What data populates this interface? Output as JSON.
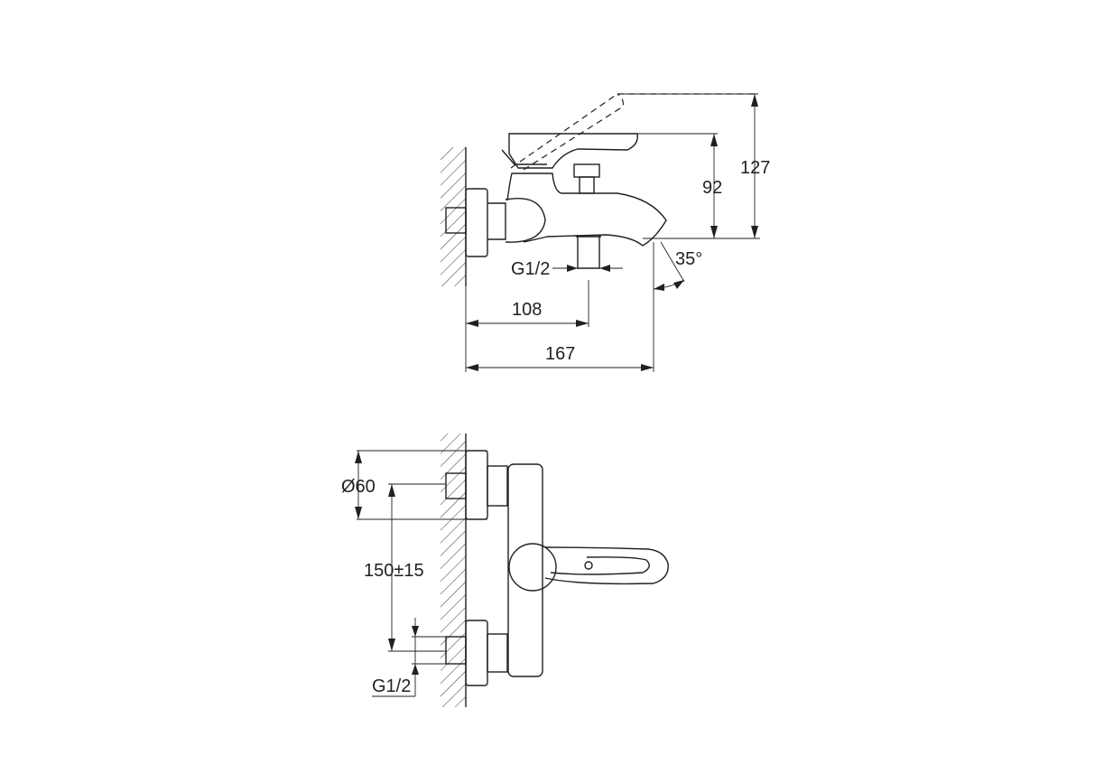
{
  "side_view": {
    "dim_width_total": "167",
    "dim_width_outlet": "108",
    "dim_height_total": "127",
    "dim_height_spout": "92",
    "dim_angle": "35°",
    "thread_label": "G1/2"
  },
  "front_view": {
    "dim_diameter": "Ø60",
    "dim_centers": "150±15",
    "thread_label": "G1/2"
  },
  "colors": {
    "line": "#231f20",
    "background": "#ffffff"
  }
}
